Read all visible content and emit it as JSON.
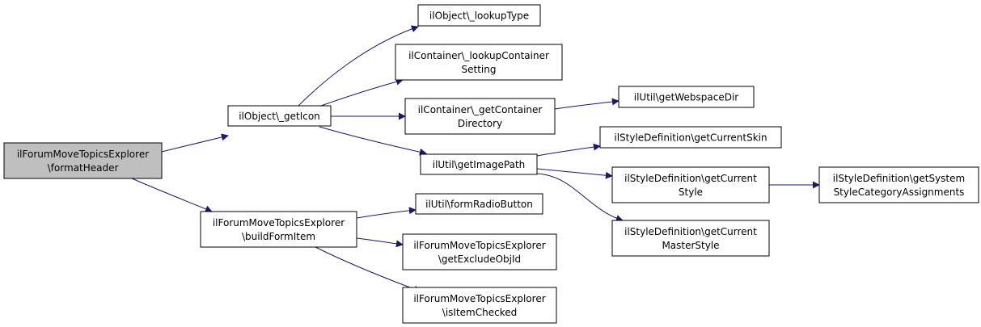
{
  "colors": {
    "edge": "#191970",
    "node_border": "#000000",
    "node_fill": "#ffffff",
    "root_fill": "#bfbfbf",
    "text": "#000000"
  },
  "nodes": [
    {
      "id": "root",
      "lines": [
        "ilForumMoveTopicsExplorer",
        "\\formatHeader"
      ],
      "highlight": true
    },
    {
      "id": "getIcon",
      "lines": [
        "ilObject\\_getIcon"
      ]
    },
    {
      "id": "buildForm",
      "lines": [
        "ilForumMoveTopicsExplorer",
        "\\buildFormItem"
      ]
    },
    {
      "id": "lookupType",
      "lines": [
        "ilObject\\_lookupType"
      ]
    },
    {
      "id": "lookupCont",
      "lines": [
        "ilContainer\\_lookupContainer",
        "Setting"
      ]
    },
    {
      "id": "getContDir",
      "lines": [
        "ilContainer\\_getContainer",
        "Directory"
      ]
    },
    {
      "id": "getImgPath",
      "lines": [
        "ilUtil\\getImagePath"
      ]
    },
    {
      "id": "formRadio",
      "lines": [
        "ilUtil\\formRadioButton"
      ]
    },
    {
      "id": "getExclude",
      "lines": [
        "ilForumMoveTopicsExplorer",
        "\\getExcludeObjId"
      ]
    },
    {
      "id": "isChecked",
      "lines": [
        "ilForumMoveTopicsExplorer",
        "\\isItemChecked"
      ]
    },
    {
      "id": "webspace",
      "lines": [
        "ilUtil\\getWebspaceDir"
      ]
    },
    {
      "id": "curSkin",
      "lines": [
        "ilStyleDefinition\\getCurrentSkin"
      ]
    },
    {
      "id": "curStyle",
      "lines": [
        "ilStyleDefinition\\getCurrent",
        "Style"
      ]
    },
    {
      "id": "curMaster",
      "lines": [
        "ilStyleDefinition\\getCurrent",
        "MasterStyle"
      ]
    },
    {
      "id": "sysStyleCat",
      "lines": [
        "ilStyleDefinition\\getSystem",
        "StyleCategoryAssignments"
      ]
    }
  ],
  "edges": [
    [
      "root",
      "getIcon"
    ],
    [
      "root",
      "buildForm"
    ],
    [
      "getIcon",
      "lookupType"
    ],
    [
      "getIcon",
      "lookupCont"
    ],
    [
      "getIcon",
      "getContDir"
    ],
    [
      "getIcon",
      "getImgPath"
    ],
    [
      "getContDir",
      "webspace"
    ],
    [
      "getImgPath",
      "curSkin"
    ],
    [
      "getImgPath",
      "curStyle"
    ],
    [
      "getImgPath",
      "curMaster"
    ],
    [
      "curStyle",
      "sysStyleCat"
    ],
    [
      "buildForm",
      "formRadio"
    ],
    [
      "buildForm",
      "getExclude"
    ],
    [
      "buildForm",
      "isChecked"
    ]
  ]
}
